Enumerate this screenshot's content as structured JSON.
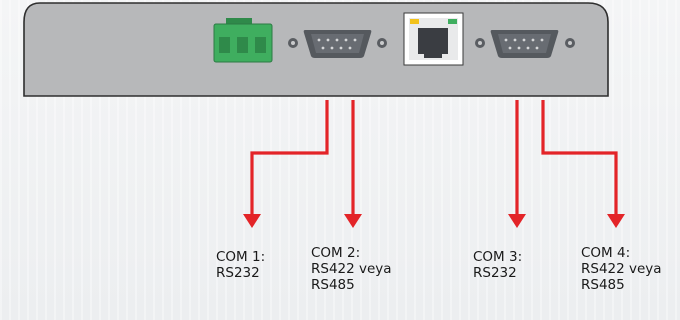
{
  "ports": [
    {
      "name": "COM 1:",
      "standard": "RS232"
    },
    {
      "name": "COM 2:",
      "standard": "RS422 veya",
      "standard_line2": "RS485"
    },
    {
      "name": "COM 3:",
      "standard": "RS232"
    },
    {
      "name": "COM 4:",
      "standard": "RS422 veya",
      "standard_line2": "RS485"
    }
  ],
  "colors": {
    "arrow": "#e32428",
    "device_body": "#b7b8ba",
    "terminal_block": "#3fae5f",
    "db9_connector": "#55595e",
    "ethernet_led_left": "#f2c21b",
    "ethernet_led_right": "#3fae5f"
  }
}
